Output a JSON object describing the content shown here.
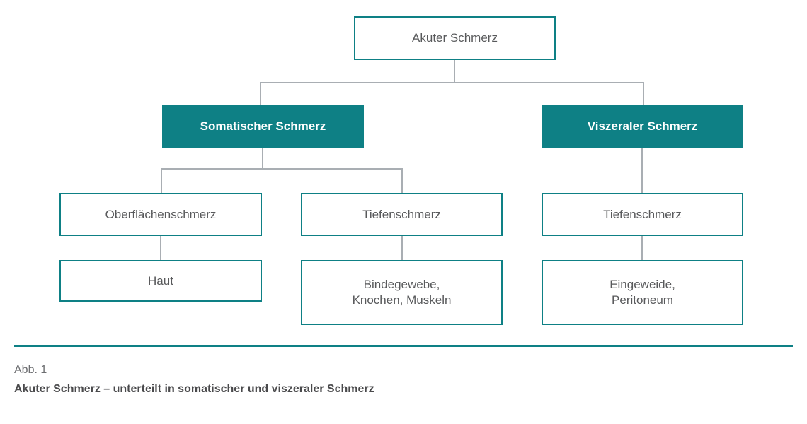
{
  "figure": {
    "caption_number": "Abb. 1",
    "caption_title": "Akuter Schmerz – unterteilt in somatischer und viszeraler Schmerz",
    "colors": {
      "teal": "#0e8085",
      "connector_gray": "#a9aeb3",
      "body_text": "#58595b",
      "caption_number_text": "#6d6e71",
      "caption_title_text": "#4a4a4c",
      "box_fill": "#ffffff",
      "page_background": "#ffffff"
    }
  },
  "diagram": {
    "type": "tree",
    "orientation": "top-down",
    "levels": [
      {
        "level": 1,
        "nodes": [
          {
            "id": "root",
            "label": "Akuter Schmerz",
            "style": "outline"
          }
        ]
      },
      {
        "level": 2,
        "nodes": [
          {
            "id": "somatisch",
            "label": "Somatischer Schmerz",
            "style": "filled"
          },
          {
            "id": "viszeral",
            "label": "Viszeraler Schmerz",
            "style": "filled"
          }
        ]
      },
      {
        "level": 3,
        "nodes": [
          {
            "id": "oberflaechenschmerz",
            "label": "Oberflächenschmerz",
            "style": "outline"
          },
          {
            "id": "tiefenschmerz-somatisch",
            "label": "Tiefenschmerz",
            "style": "outline"
          },
          {
            "id": "tiefenschmerz-viszeral",
            "label": "Tiefenschmerz",
            "style": "outline"
          }
        ]
      },
      {
        "level": 4,
        "nodes": [
          {
            "id": "haut",
            "label": "Haut",
            "style": "outline"
          },
          {
            "id": "bindegewebe",
            "label": "Bindegewebe,\nKnochen, Muskeln",
            "style": "outline"
          },
          {
            "id": "eingeweide",
            "label": "Eingeweide,\nPeritoneum",
            "style": "outline"
          }
        ]
      }
    ],
    "edges": [
      {
        "from": "root",
        "to": "somatisch"
      },
      {
        "from": "root",
        "to": "viszeral"
      },
      {
        "from": "somatisch",
        "to": "oberflaechenschmerz"
      },
      {
        "from": "somatisch",
        "to": "tiefenschmerz-somatisch"
      },
      {
        "from": "viszeral",
        "to": "tiefenschmerz-viszeral"
      },
      {
        "from": "oberflaechenschmerz",
        "to": "haut"
      },
      {
        "from": "tiefenschmerz-somatisch",
        "to": "bindegewebe"
      },
      {
        "from": "tiefenschmerz-viszeral",
        "to": "eingeweide"
      }
    ]
  }
}
